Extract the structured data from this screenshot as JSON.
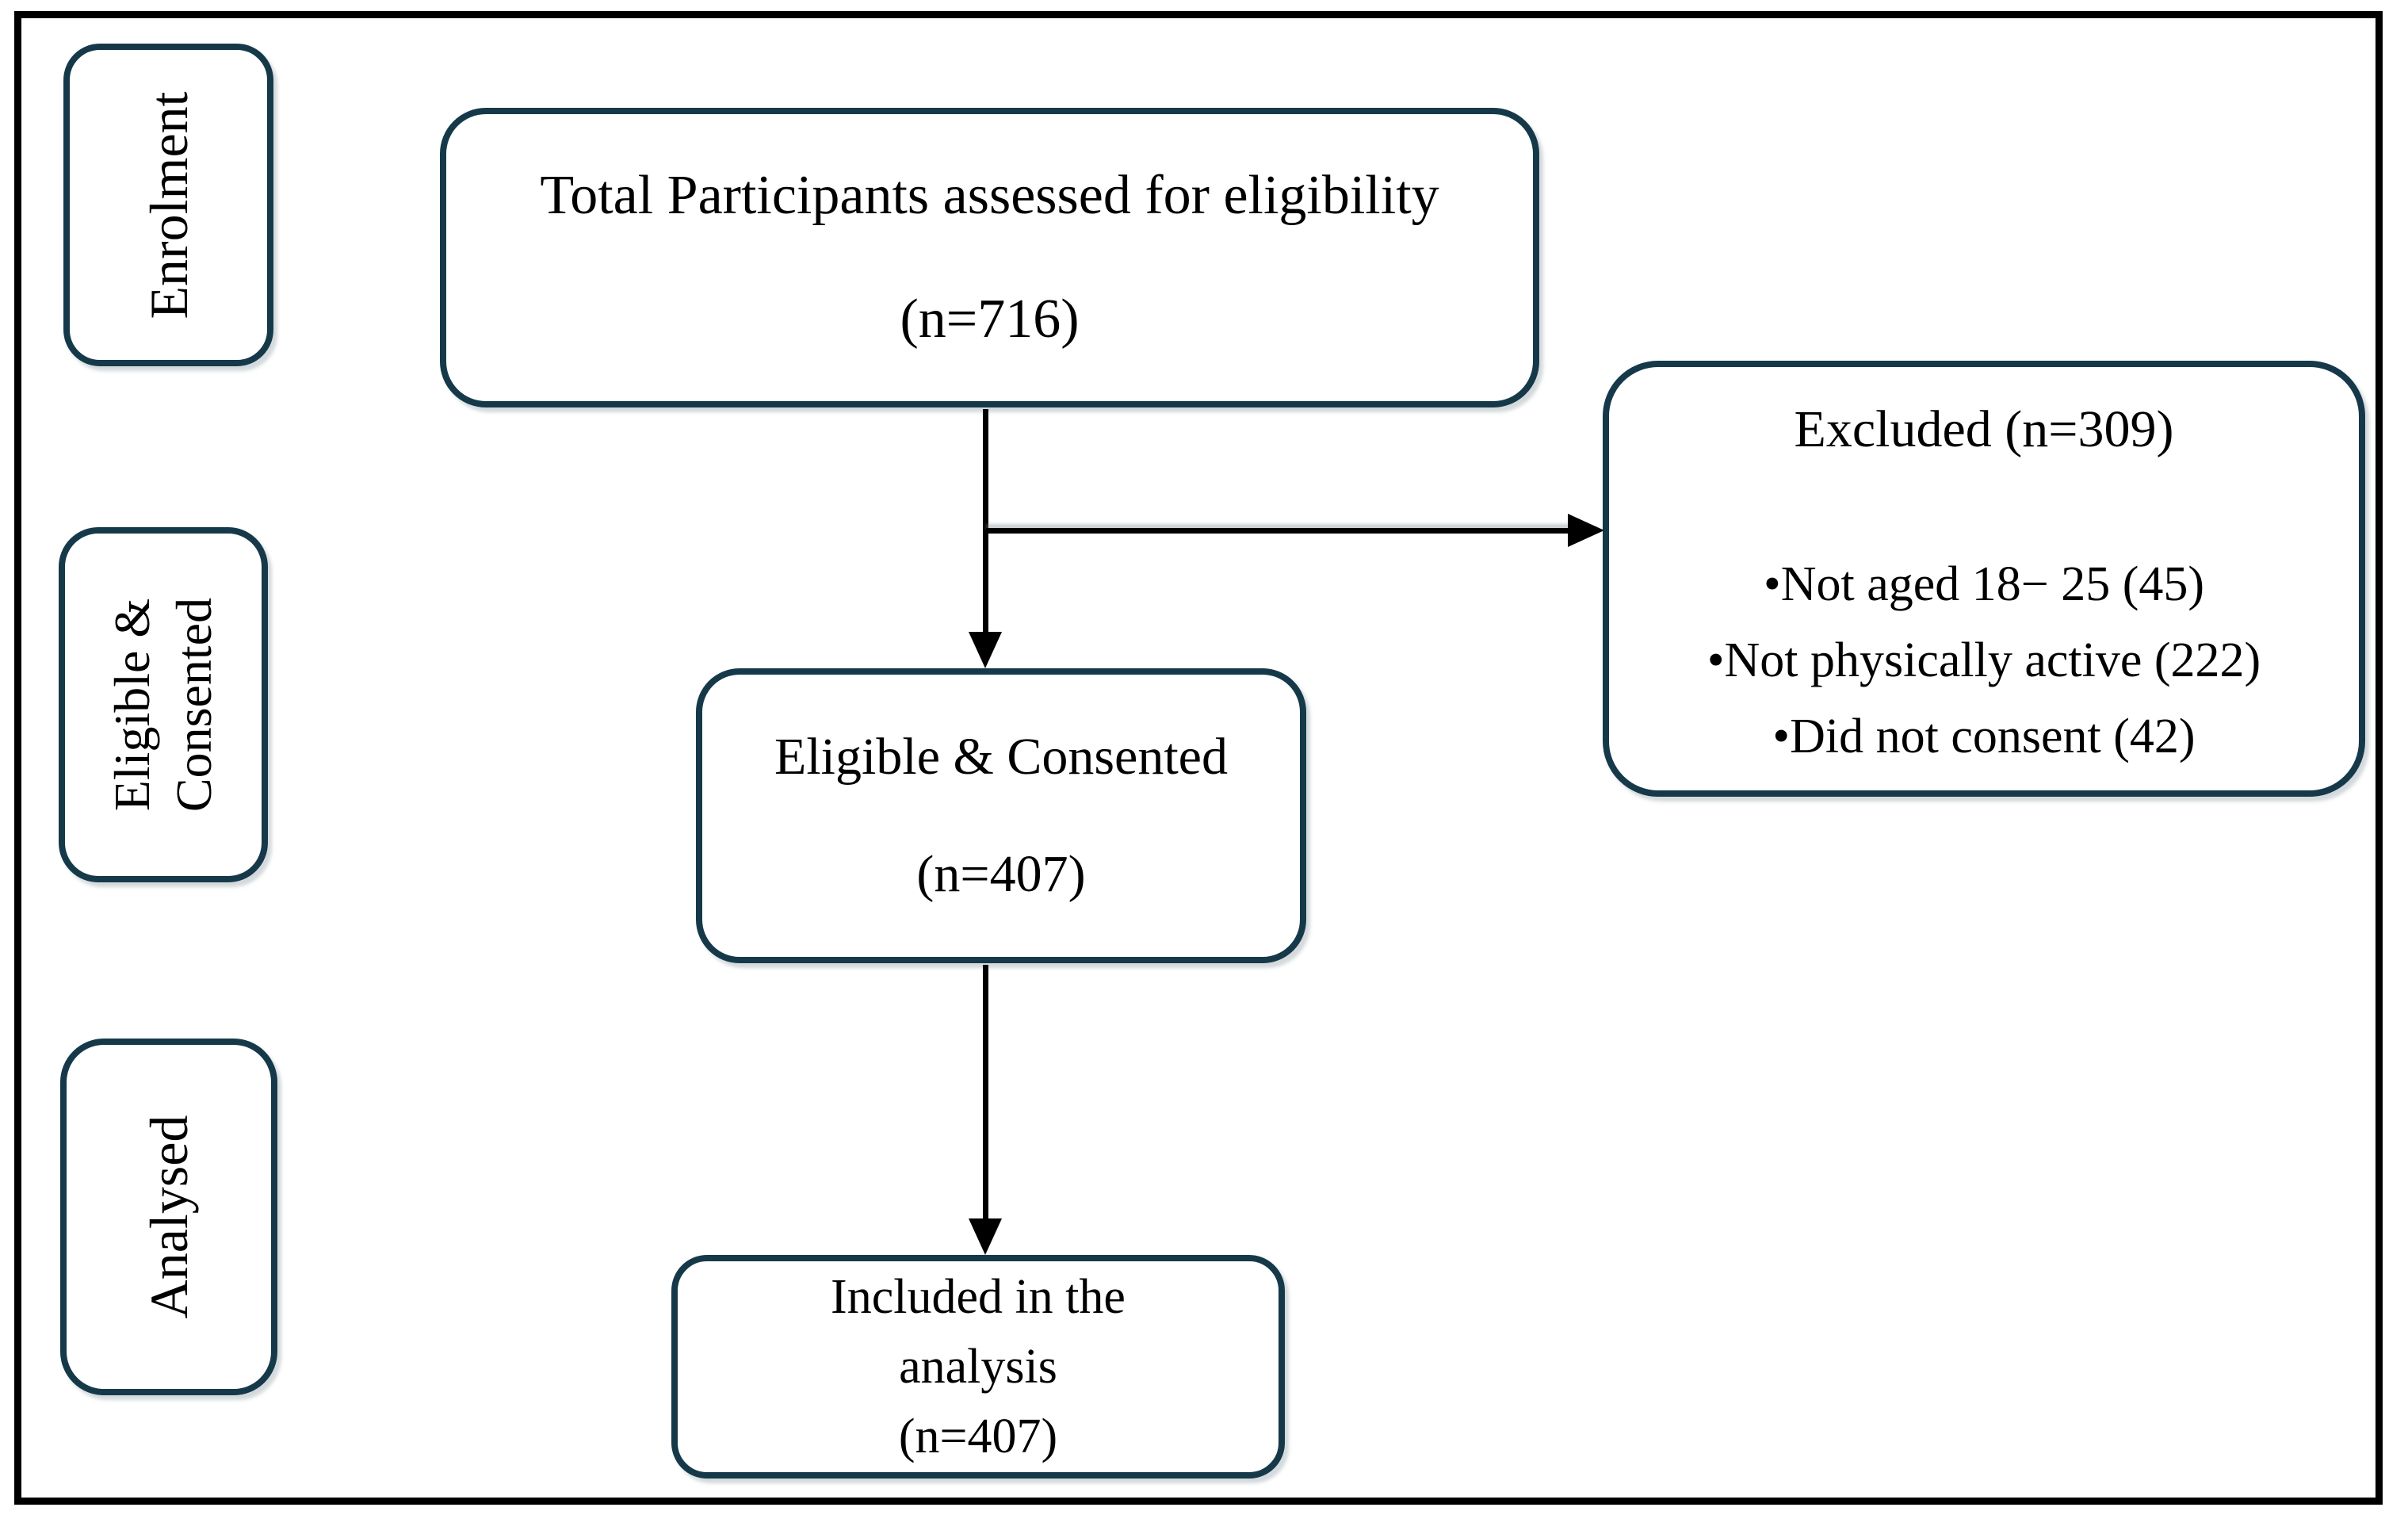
{
  "figure": {
    "type": "participant-flow-diagram",
    "colors": {
      "box_border": "#16394a",
      "outer_frame": "#000000",
      "text": "#000000",
      "background": "#ffffff"
    },
    "side_stages": {
      "enrolment": "Enrolment",
      "eligible_line1": "Eligible &",
      "eligible_line2": "Consented",
      "analysed": "Analysed"
    },
    "flow": {
      "assessed": {
        "line1": "Total Participants assessed for eligibility",
        "line2": "(n=716)"
      },
      "excluded": {
        "title": "Excluded (n=309)",
        "reasons": [
          "•Not aged 18− 25 (45)",
          "•Not physically active (222)",
          "•Did not consent (42)"
        ]
      },
      "eligible_consented": {
        "line1": "Eligible & Consented",
        "line2": "(n=407)"
      },
      "included": {
        "line1": "Included in the",
        "line2": "analysis",
        "line3": "(n=407)"
      }
    }
  }
}
